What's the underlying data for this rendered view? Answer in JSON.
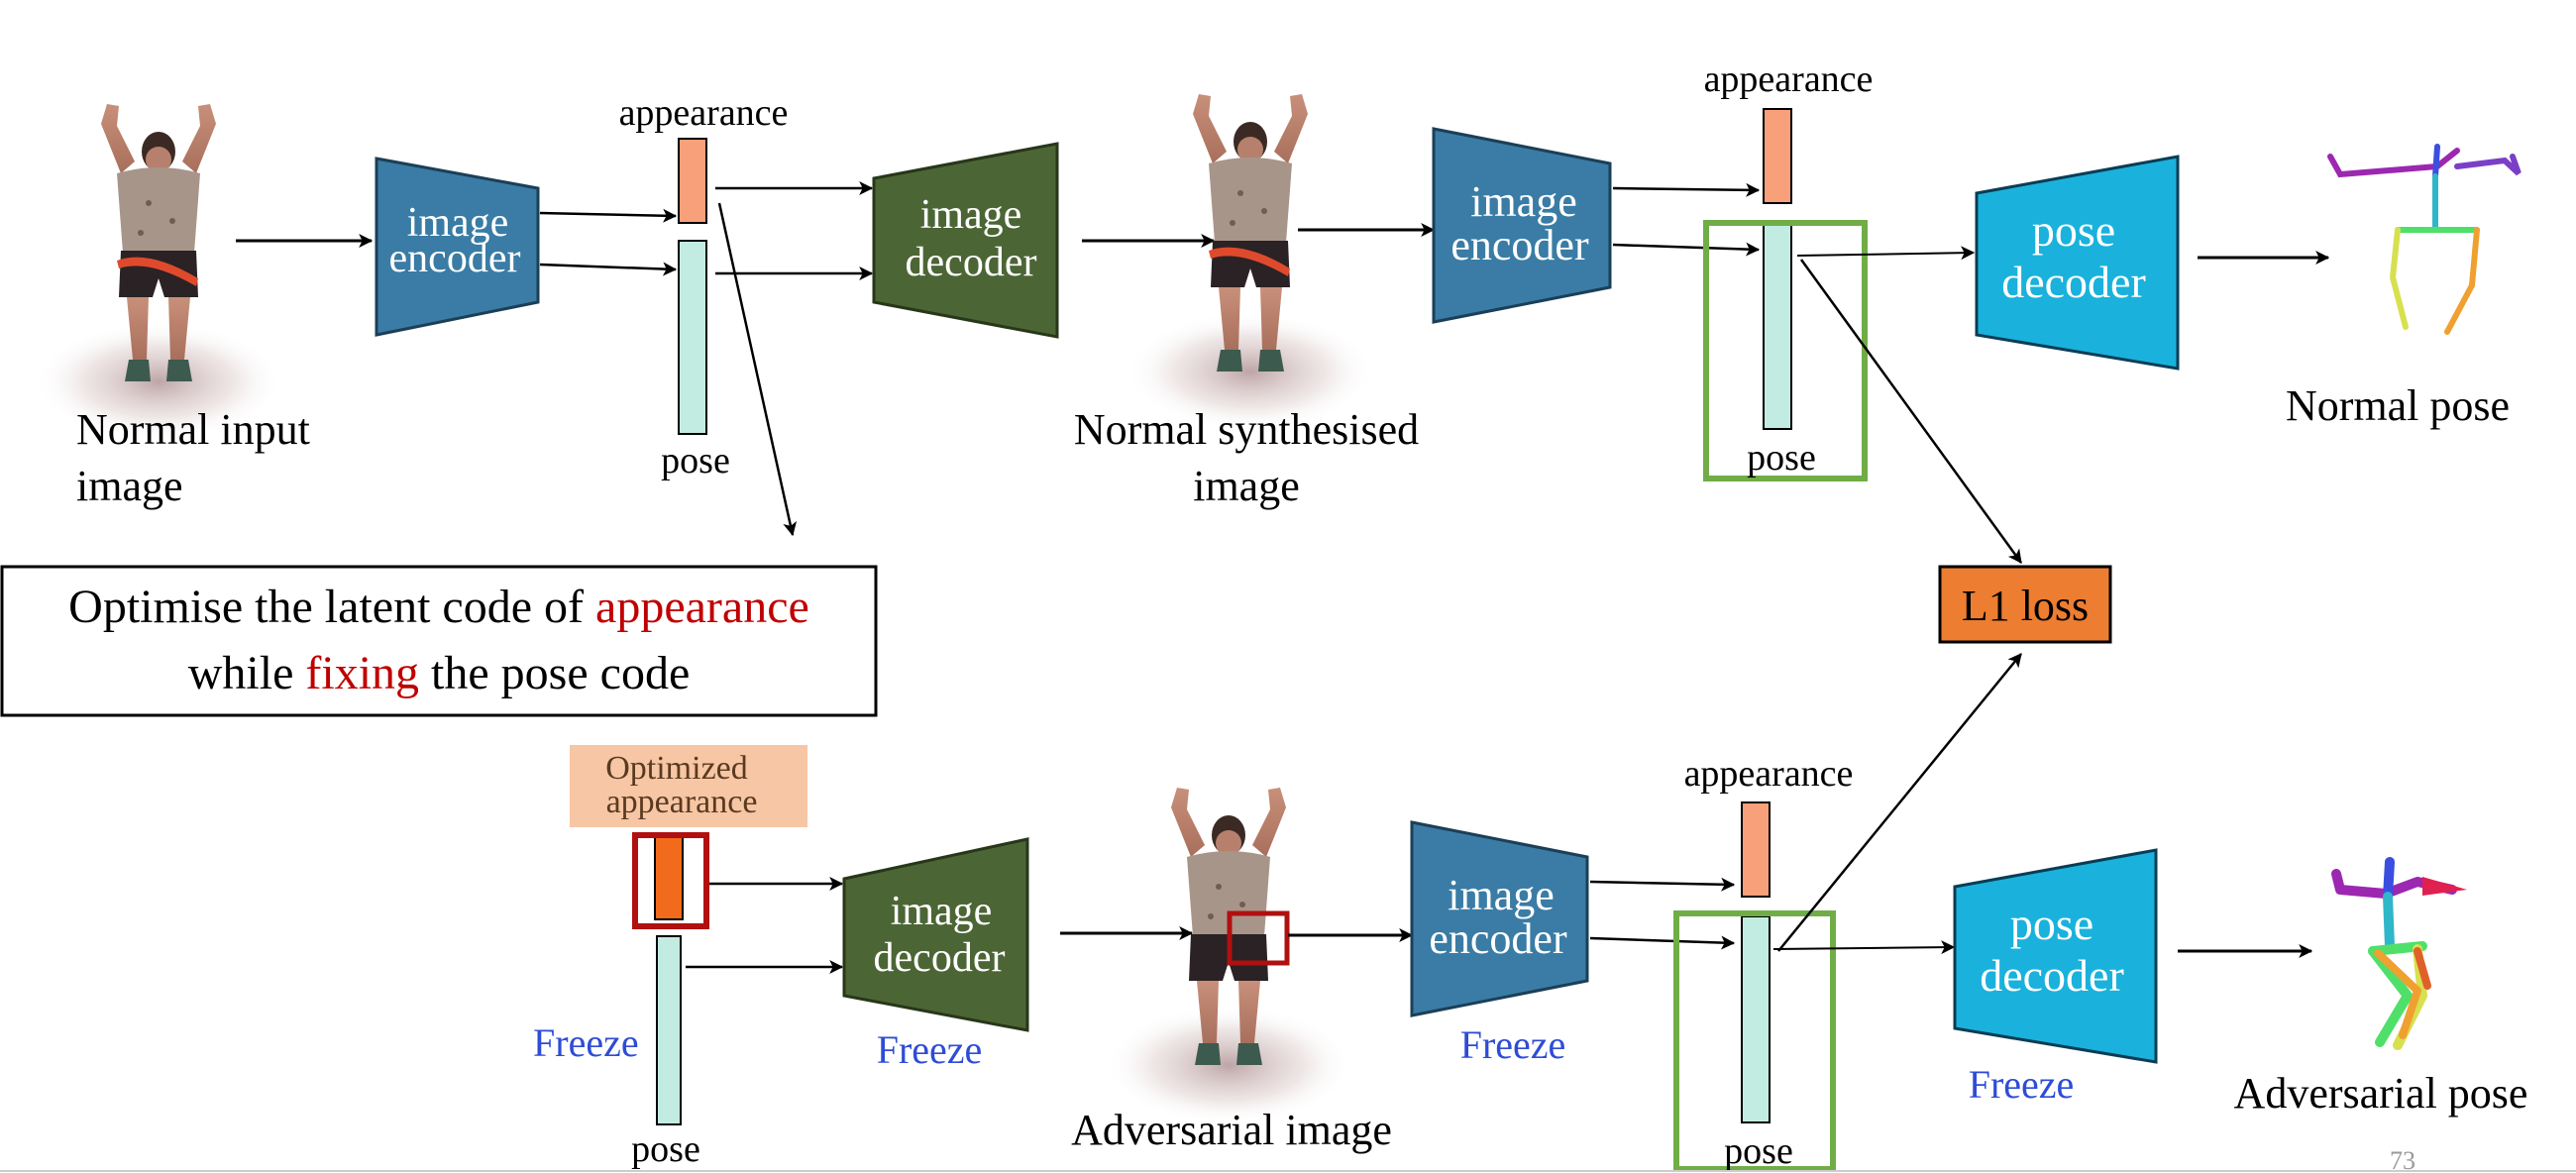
{
  "top_row": {
    "input_label_line1": "Normal input",
    "input_label_line2": "image",
    "encoder1_line1": "image",
    "encoder1_line2": "encoder",
    "appearance_label": "appearance",
    "pose_label": "pose",
    "decoder_line1": "image",
    "decoder_line2": "decoder",
    "synth_label_line1": "Normal synthesised",
    "synth_label_line2": "image",
    "encoder2_line1": "image",
    "encoder2_line2": "encoder",
    "appearance2_label": "appearance",
    "pose2_label": "pose",
    "pose_decoder_line1": "pose",
    "pose_decoder_line2": "decoder",
    "output_label": "Normal pose"
  },
  "callout": {
    "line1_prefix": "Optimise the latent code of ",
    "line1_highlight": "appearance",
    "line2_prefix": "while ",
    "line2_highlight": "fixing",
    "line2_suffix": " the pose code"
  },
  "loss_label": "L1 loss",
  "bottom_row": {
    "optimized_line1": "Optimized",
    "optimized_line2": "appearance",
    "freeze_code": "Freeze",
    "pose_label": "pose",
    "decoder_line1": "image",
    "decoder_line2": "decoder",
    "freeze_decoder": "Freeze",
    "adv_image_label": "Adversarial image",
    "encoder_line1": "image",
    "encoder_line2": "encoder",
    "freeze_encoder": "Freeze",
    "appearance_label": "appearance",
    "pose2_label": "pose",
    "pose_decoder_line1": "pose",
    "pose_decoder_line2": "decoder",
    "freeze_pose_decoder": "Freeze",
    "output_label": "Adversarial pose"
  },
  "page_number": "73",
  "colors": {
    "encoder": "#3a7ca5",
    "decoder": "#4c6535",
    "pose_decoder": "#1ab2dc",
    "appearance_code": "#f8a07a",
    "optimized_code": "#f26a1b",
    "pose_code": "#c2ece2",
    "loss_box": "#ed7d31",
    "highlight_red": "#c00000",
    "freeze_blue": "#2e4cd6",
    "selection_green": "#70ad47",
    "selection_red": "#b01010"
  }
}
